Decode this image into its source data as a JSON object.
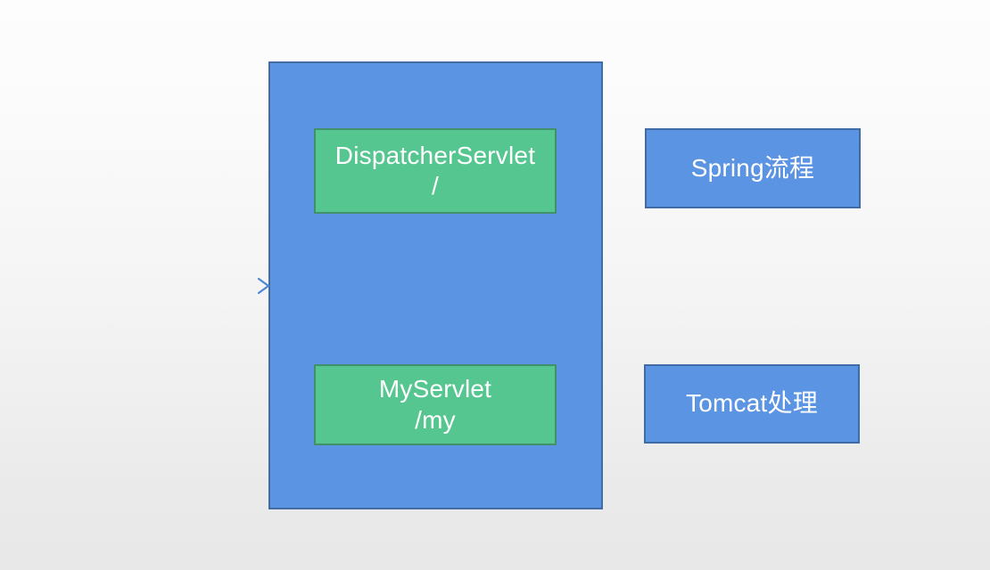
{
  "diagram": {
    "title_text": "",
    "colors": {
      "container_fill": "#5b94e3",
      "container_border": "#436ca5",
      "servlet_fill": "#55c68f",
      "servlet_border": "#42906a",
      "legend_fill": "#5b94e3",
      "legend_border": "#3f6ca6",
      "arrow": "#5b9bd5",
      "text": "#ffffff",
      "background_top": "#fdfdfd",
      "background_bottom": "#e8e8e8"
    },
    "container": {
      "label": ""
    },
    "servlets": [
      {
        "name": "dispatcher-servlet",
        "line1": "DispatcherServlet",
        "line2": "/"
      },
      {
        "name": "my-servlet",
        "line1": "MyServlet",
        "line2": "/my"
      }
    ],
    "legend": [
      {
        "name": "spring-flow",
        "label": "Spring流程"
      },
      {
        "name": "tomcat-handling",
        "label": "Tomcat处理"
      }
    ],
    "arrow": {
      "name": "incoming-request-arrow",
      "label": ""
    }
  }
}
